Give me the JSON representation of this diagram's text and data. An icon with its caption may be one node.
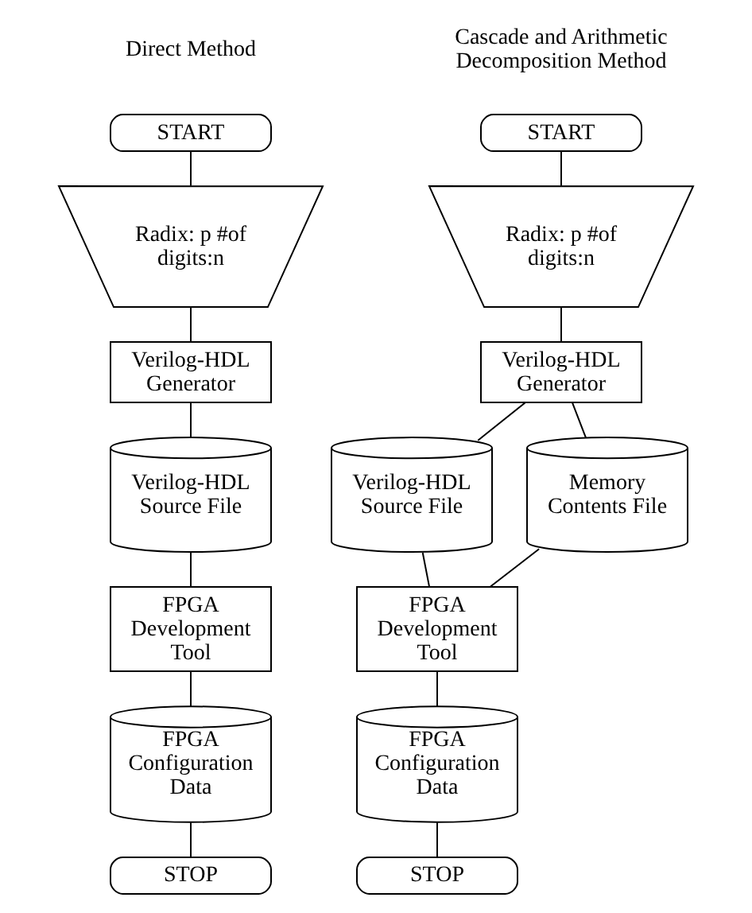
{
  "diagram": {
    "nodes": [
      {
        "text": [
          "START"
        ]
      },
      {
        "text": [
          "Radix: p #of digits:n"
        ]
      },
      {
        "text": [
          "Verilog-HDL Generator"
        ]
      },
      {
        "text": [
          "Verilog-HDL Source File"
        ]
      },
      {
        "text": [
          "FPGA Development Tool"
        ]
      },
      {
        "text": [
          "FPGA Configuration Data"
        ]
      },
      {
        "text": [
          "STOP"
        ]
      },
      {
        "text": [
          "START"
        ]
      },
      {
        "text": [
          "Radix: p #of digits:n"
        ]
      },
      {
        "text": [
          "Verilog-HDL Generator"
        ]
      },
      {
        "text": [
          "Verilog-HDL Source File"
        ]
      },
      {
        "text": [
          "Memory Contents File"
        ]
      },
      {
        "text": [
          "FPGA Development Tool"
        ]
      },
      {
        "text": [
          "FPGA Configuration Data"
        ]
      },
      {
        "text": [
          "STOP"
        ]
      }
    ],
    "edges": [
      {
        "from": 0,
        "to": 1,
        "arrow": "none"
      },
      {
        "from": 1,
        "to": 2,
        "arrow": "none"
      },
      {
        "from": 2,
        "to": 3,
        "arrow": "none"
      },
      {
        "from": 3,
        "to": 4,
        "arrow": "none"
      },
      {
        "from": 4,
        "to": 5,
        "arrow": "none"
      },
      {
        "from": 5,
        "to": 6,
        "arrow": "none"
      },
      {
        "from": 7,
        "to": 8,
        "arrow": "none"
      },
      {
        "from": 8,
        "to": 9,
        "arrow": "none"
      },
      {
        "from": 9,
        "to": 10,
        "arrow": "none"
      },
      {
        "from": 9,
        "to": 11,
        "arrow": "none"
      },
      {
        "from": 10,
        "to": 12,
        "arrow": "none"
      },
      {
        "from": 11,
        "to": 12,
        "arrow": "none"
      },
      {
        "from": 12,
        "to": 13,
        "arrow": "none"
      },
      {
        "from": 13,
        "to": 14,
        "arrow": "none"
      }
    ],
    "labels": [
      "Direct Method",
      "Cascade and Arithmetic Decomposition Method"
    ]
  }
}
